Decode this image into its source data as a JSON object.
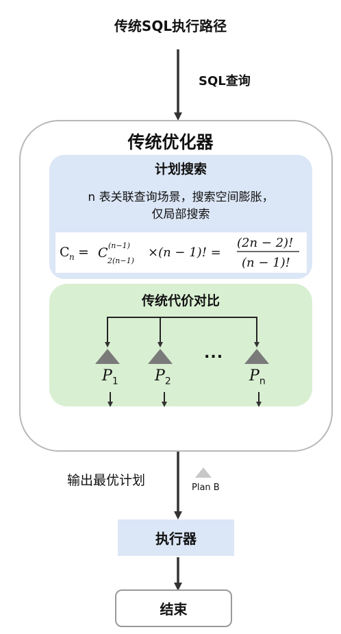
{
  "title": "传统SQL执行路径",
  "query_label": "SQL查询",
  "optimizer": {
    "title": "传统优化器",
    "plan_search": {
      "title": "计划搜索",
      "description_line1": "n 表关联查询场景，搜索空间膨胀，",
      "description_line2": "仅局部搜索",
      "formula": {
        "lhs_base": "C",
        "lhs_sub": "n",
        "eq1": "=",
        "comb_base": "C",
        "comb_sup": "(n−1)",
        "comb_sub": "2(n−1)",
        "times": "×(n − 1)! =",
        "numerator": "(2n − 2)!",
        "denominator": "(n − 1)!"
      }
    },
    "cost_compare": {
      "title": "传统代价对比",
      "plans": [
        {
          "base": "P",
          "sub": "1"
        },
        {
          "base": "P",
          "sub": "2"
        },
        {
          "base": "P",
          "sub": "n"
        }
      ],
      "ellipsis": "..."
    }
  },
  "output_label": "输出最优计划",
  "planb_label": "Plan B",
  "executor": "执行器",
  "end": "结束",
  "colors": {
    "plan_box": "#dbe6f6",
    "cost_box": "#d9efd2",
    "triangle": "#7a7a7a",
    "planb_triangle": "#c8c8c8",
    "arrow": "#333333",
    "border": "#b7b7b7"
  }
}
